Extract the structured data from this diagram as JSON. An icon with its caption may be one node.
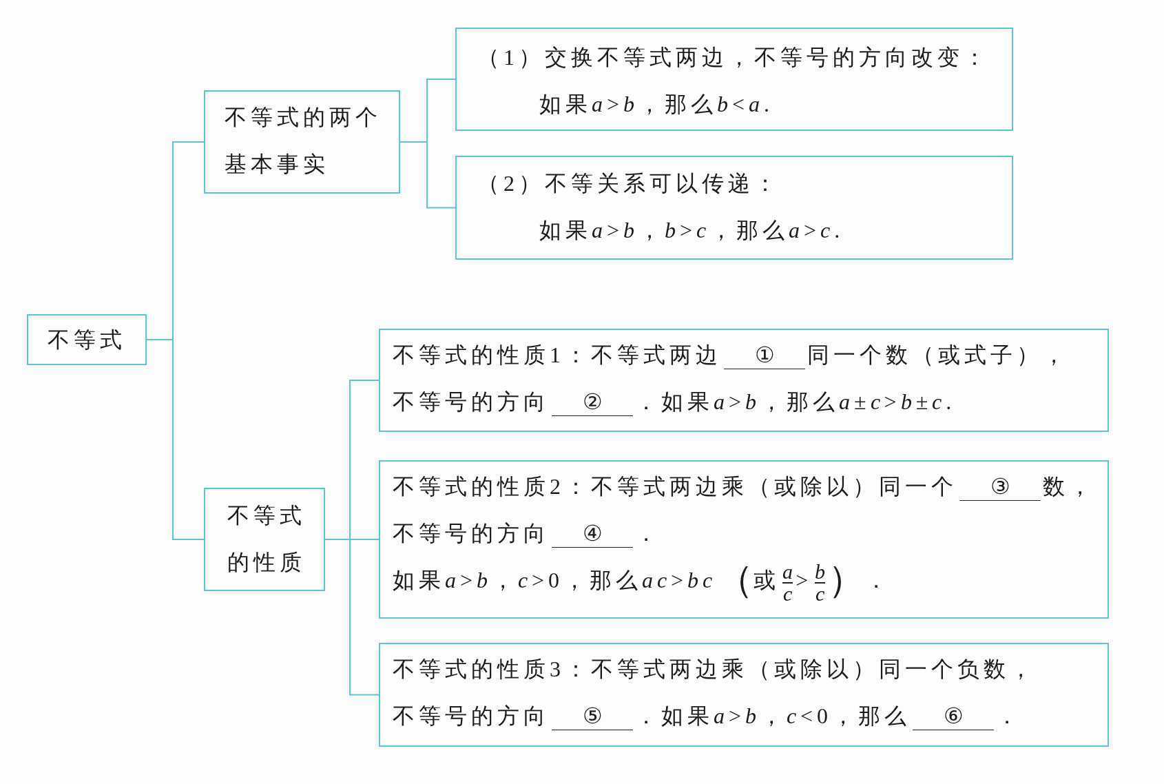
{
  "diagram": {
    "nodes": [
      {
        "text": [
          "不等式"
        ]
      },
      {
        "text": [
          "不等式的两个基本事实"
        ]
      },
      {
        "text": [
          "（1）交换不等式两边，不等号的方向改变：",
          "如果a>b，那么b<a."
        ]
      },
      {
        "text": [
          "（2）不等关系可以传递：",
          "如果a>b，b>c，那么a>c."
        ]
      },
      {
        "text": [
          "不等式的性质"
        ]
      },
      {
        "text": [
          "不等式的性质1：不等式两边",
          "①",
          "同一个数（或式子），",
          "不等号的方向",
          "②",
          "．如果a>b，那么a±c>b±c."
        ]
      },
      {
        "text": [
          "不等式的性质2：不等式两边乘（或除以）同一个",
          "③",
          "数，",
          "不等号的方向",
          "④",
          "．",
          "如果a>b，c>0，那么ac>bc",
          "（",
          "或",
          "a",
          "c",
          ">",
          "b",
          "c",
          "）",
          "．"
        ]
      },
      {
        "text": [
          "不等式的性质3：不等式两边乘（或除以）同一个负数，",
          "不等号的方向",
          "⑤",
          "．如果a>b，c<0，那么",
          "⑥",
          "．"
        ]
      }
    ],
    "edges": [
      {
        "from": 0,
        "to": 1,
        "arrow": "none"
      },
      {
        "from": 0,
        "to": 4,
        "arrow": "none"
      },
      {
        "from": 1,
        "to": 2,
        "arrow": "none"
      },
      {
        "from": 1,
        "to": 3,
        "arrow": "none"
      },
      {
        "from": 4,
        "to": 5,
        "arrow": "none"
      },
      {
        "from": 4,
        "to": 6,
        "arrow": "none"
      },
      {
        "from": 4,
        "to": 7,
        "arrow": "none"
      }
    ]
  }
}
